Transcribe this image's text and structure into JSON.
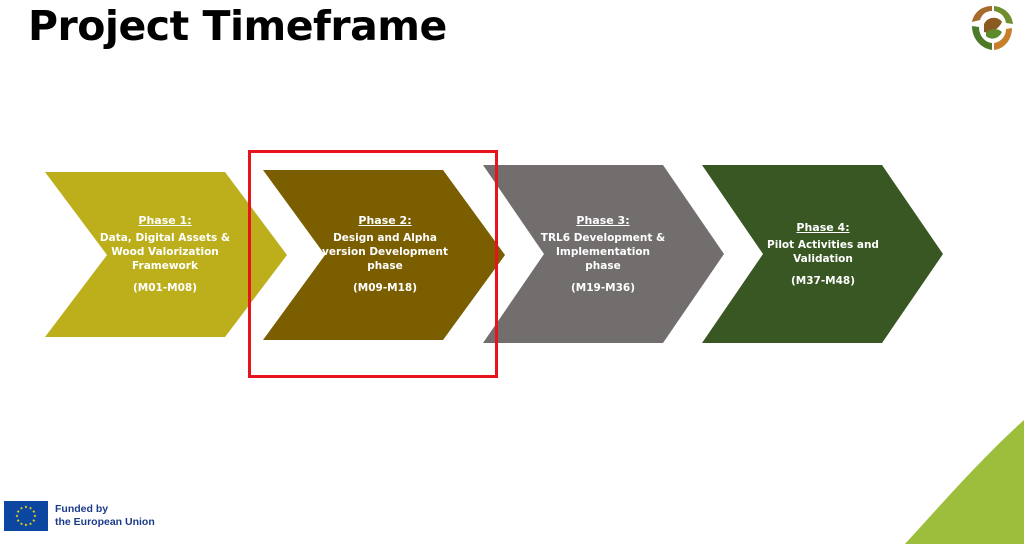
{
  "slide": {
    "title": "Project Timeframe"
  },
  "phases": [
    {
      "title": "Phase 1:",
      "description": "Data, Digital Assets  &\nWood Valorization\nFramework",
      "months": "(M01-M08)",
      "color": "#bcaf1b"
    },
    {
      "title": "Phase 2:",
      "description": "Design and Alpha\nversion Development\nphase",
      "months": "(M09-M18)",
      "color": "#7a5e00"
    },
    {
      "title": "Phase 3:",
      "description": "TRL6 Development &\nImplementation\nphase",
      "months": "(M19-M36)",
      "color": "#736e6e"
    },
    {
      "title": "Phase 4:",
      "description": "Pilot Activities and\nValidation",
      "months": "(M37-M48)",
      "color": "#385723"
    }
  ],
  "highlight": {
    "color": "#e8141b",
    "target": "Phase 2:"
  },
  "funding": {
    "line1": "Funded by",
    "line2": "the European Union",
    "flag_color": "#0b47a1",
    "star_color": "#ffdd00"
  },
  "colors": {
    "corner_accent": "#9dbe3c"
  }
}
